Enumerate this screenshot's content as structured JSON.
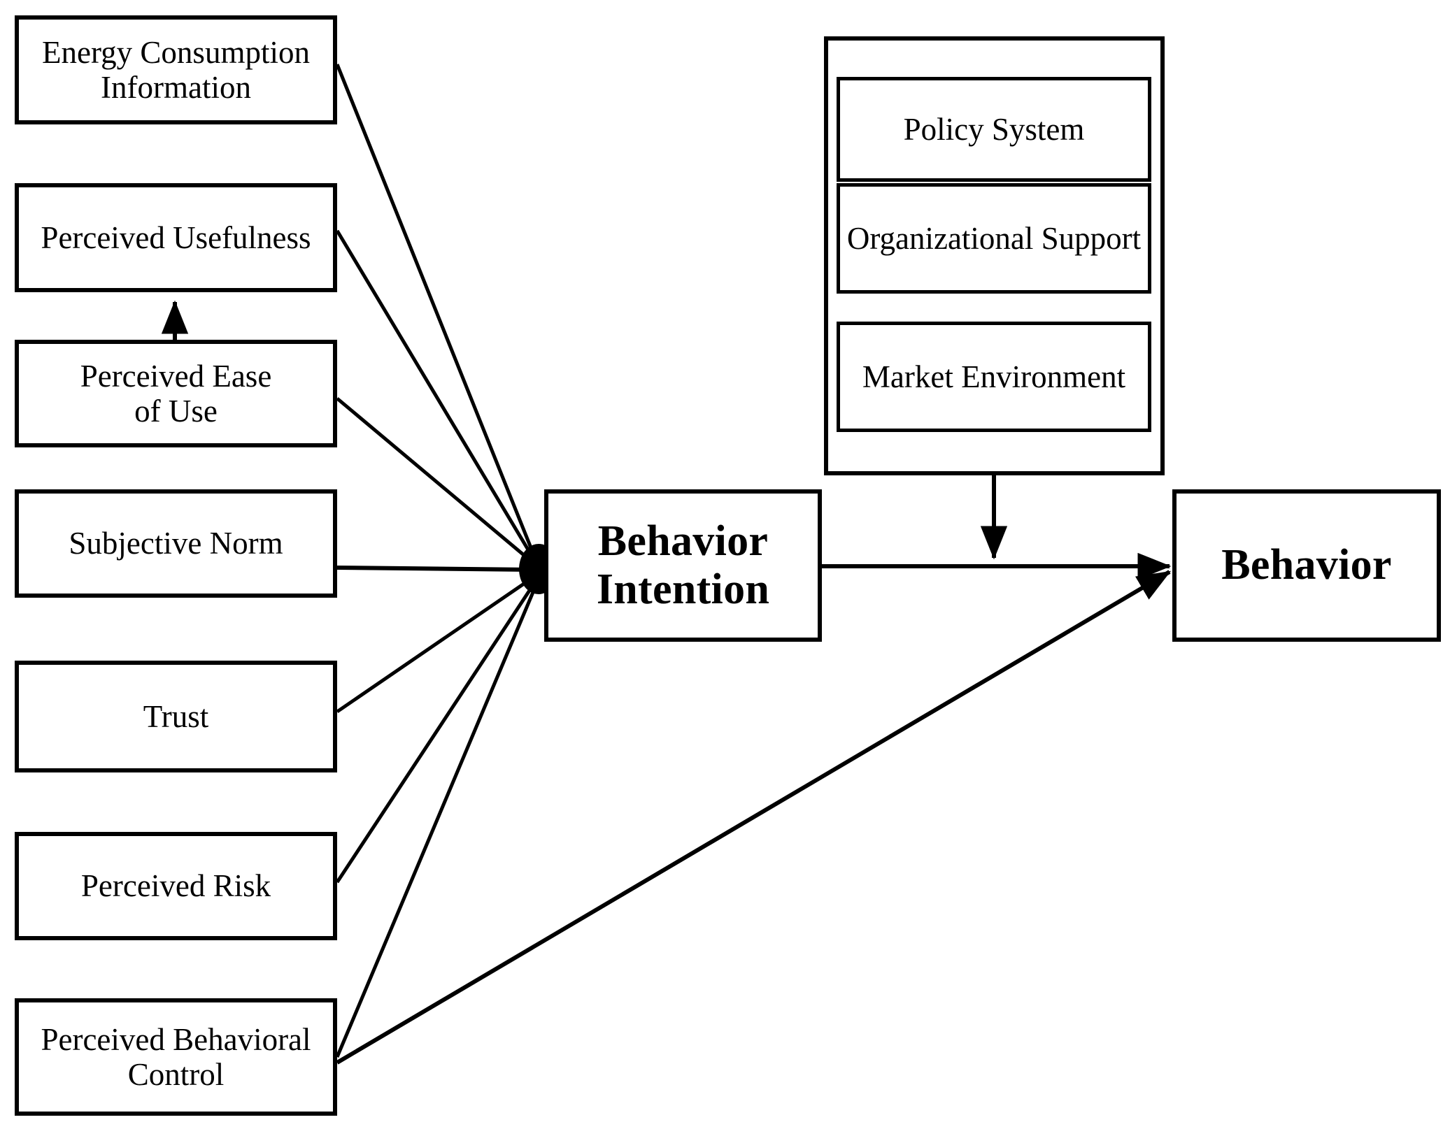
{
  "figure": {
    "type": "conceptual-research-model",
    "background": "#ffffff",
    "line_color": "#000000"
  },
  "antecedents": [
    {
      "id": "energy-consumption-information",
      "label": "Energy Consumption\nInformation"
    },
    {
      "id": "perceived-usefulness",
      "label": "Perceived Usefulness"
    },
    {
      "id": "perceived-ease-of-use",
      "label": "Perceived Ease\nof  Use"
    },
    {
      "id": "subjective-norm",
      "label": "Subjective Norm"
    },
    {
      "id": "trust",
      "label": "Trust"
    },
    {
      "id": "perceived-risk",
      "label": "Perceived Risk"
    },
    {
      "id": "perceived-behavioral-control",
      "label": "Perceived Behavioral\nControl"
    }
  ],
  "core": {
    "behavior_intention": {
      "id": "behavior-intention",
      "label": "Behavior\nIntention"
    },
    "behavior": {
      "id": "behavior",
      "label": "Behavior"
    }
  },
  "moderator_group": {
    "id": "moderator-group",
    "items": [
      {
        "id": "policy-system",
        "label": "Policy System"
      },
      {
        "id": "organizational-support",
        "label": "Organizational\nSupport"
      },
      {
        "id": "market-environment",
        "label": "Market Environment"
      }
    ]
  },
  "relationships": [
    {
      "from": "energy-consumption-information",
      "to": "behavior-intention",
      "arrow": false
    },
    {
      "from": "perceived-usefulness",
      "to": "behavior-intention",
      "arrow": false
    },
    {
      "from": "perceived-ease-of-use",
      "to": "perceived-usefulness",
      "arrow": true
    },
    {
      "from": "perceived-ease-of-use",
      "to": "behavior-intention",
      "arrow": false
    },
    {
      "from": "subjective-norm",
      "to": "behavior-intention",
      "arrow": false
    },
    {
      "from": "trust",
      "to": "behavior-intention",
      "arrow": false
    },
    {
      "from": "perceived-risk",
      "to": "behavior-intention",
      "arrow": false
    },
    {
      "from": "perceived-behavioral-control",
      "to": "behavior-intention",
      "arrow": false
    },
    {
      "from": "perceived-behavioral-control",
      "to": "behavior",
      "arrow": true
    },
    {
      "from": "behavior-intention",
      "to": "behavior",
      "arrow": true
    },
    {
      "from": "moderator-group",
      "to": "behavior-intention-to-behavior-path",
      "arrow": true
    }
  ]
}
